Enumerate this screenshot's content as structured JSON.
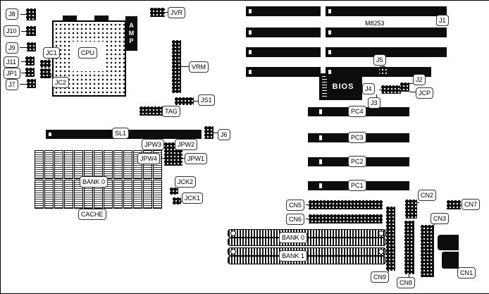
{
  "diagram": {
    "type": "motherboard-layout",
    "board_model": "M8253",
    "colors": {
      "ink": "#000000",
      "paper": "#ffffff",
      "component_fill": "#0d0d0d"
    },
    "labels": {
      "j8": "J8",
      "j10": "J10",
      "j9": "J9",
      "j11": "J11",
      "jp1": "JP1",
      "j7": "J7",
      "jvr": "JVR",
      "amp": "AMP",
      "cpu": "CPU",
      "jc1": "JC1",
      "jc2": "JC2",
      "vrm": "VRM",
      "js1": "JS1",
      "tag": "TAG",
      "j1": "J1",
      "j5": "J5",
      "j4": "J4",
      "j2": "J2",
      "jcp": "JCP",
      "j3": "J3",
      "bios": "BIOS",
      "pc4": "PC4",
      "pc3": "PC3",
      "pc2": "PC2",
      "pc1": "PC1",
      "sl1": "SL1",
      "j6": "J6",
      "jpw3": "JPW3",
      "jpw2": "JPW2",
      "jpw4": "JPW4",
      "jpw1": "JPW1",
      "cache_bank0": "BANK 0",
      "cache": "CACHE",
      "jck2": "JCK2",
      "jck1": "JCK1",
      "cn5": "CN5",
      "cn6": "CN6",
      "cn2": "CN2",
      "cn7": "CN7",
      "cn3": "CN3",
      "simm_bank0": "BANK 0",
      "simm_bank1": "BANK 1",
      "cn9": "CN9",
      "cn8": "CN8",
      "cn1": "CN1"
    }
  }
}
